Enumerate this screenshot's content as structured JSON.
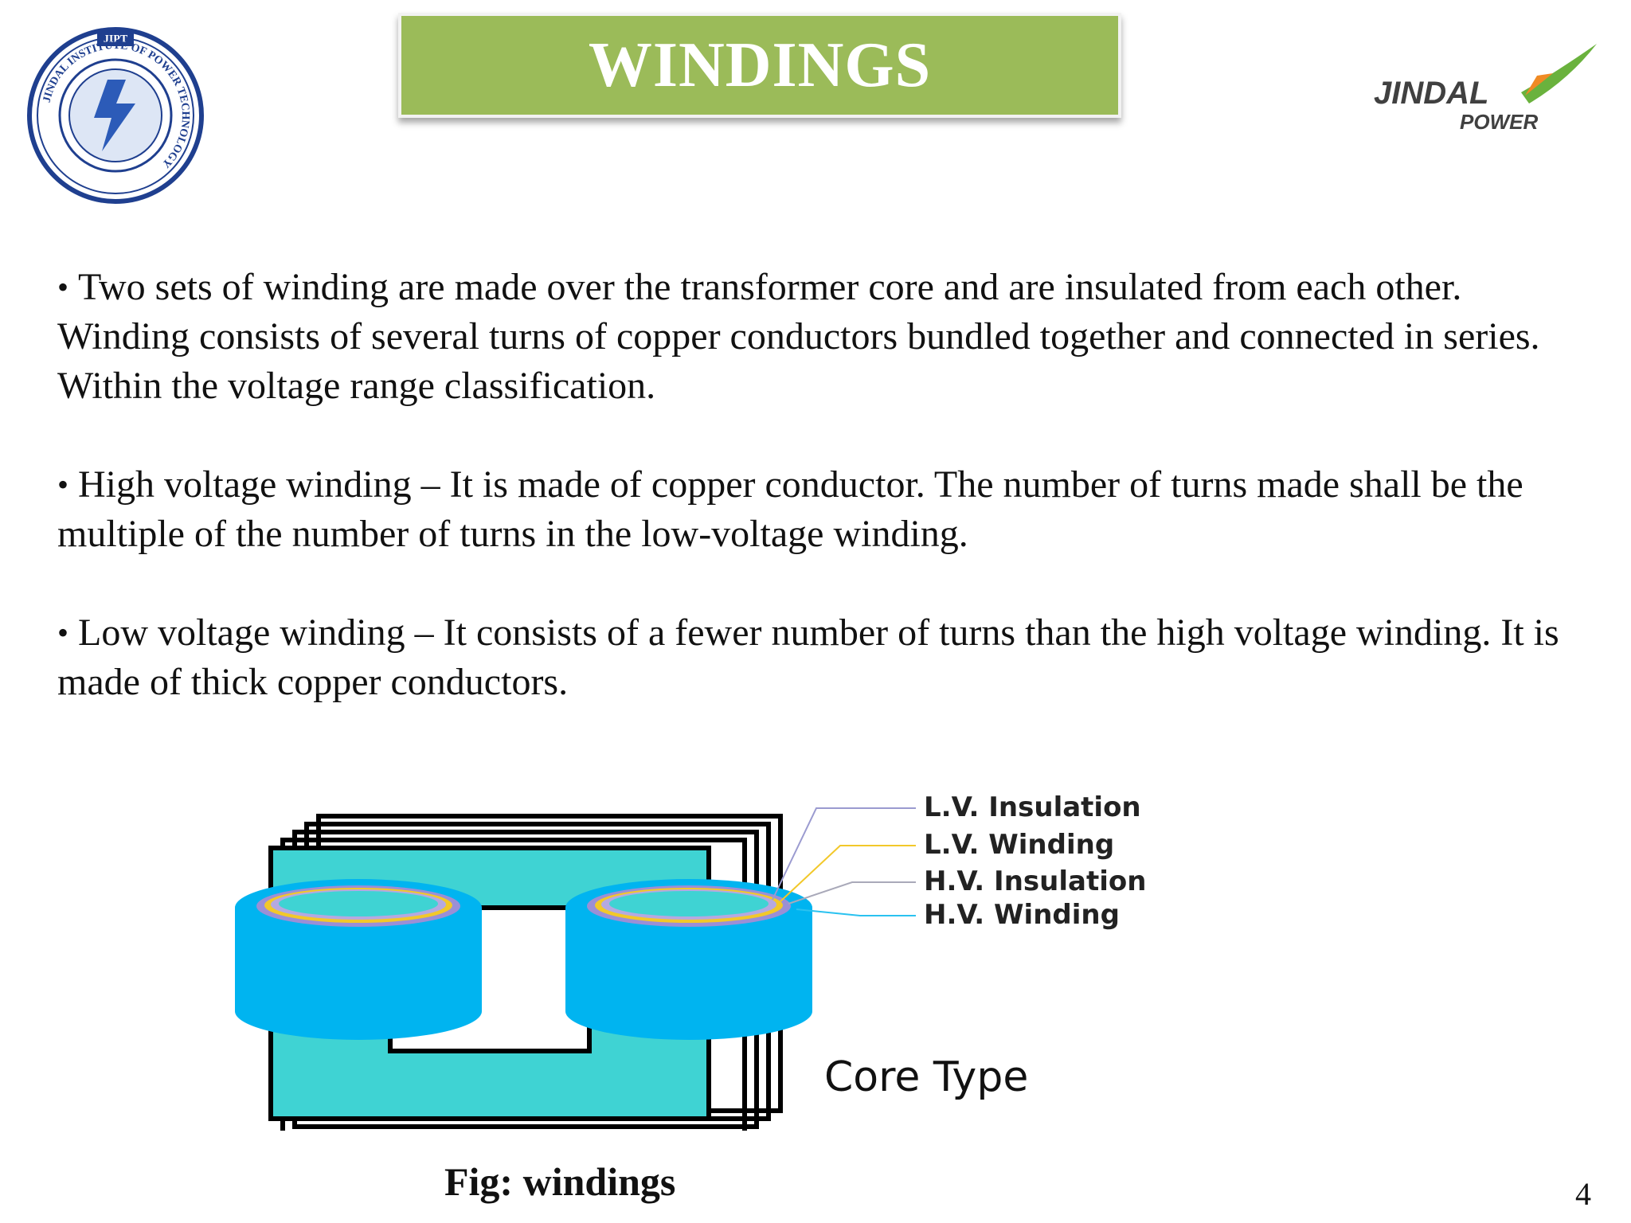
{
  "slide": {
    "title": "WINDINGS",
    "page_number": "4"
  },
  "logos": {
    "left": {
      "name": "jipt-seal",
      "top_text": "JIPT",
      "ring_text": "JINDAL INSTITUTE OF POWER TECHNOLOGY"
    },
    "right": {
      "name": "jindal-power-logo",
      "line1": "JINDAL",
      "line2": "POWER"
    }
  },
  "bullets": [
    {
      "text": "Two sets of winding are made over the transformer core and are insulated from each other. Winding consists of several turns of copper conductors bundled together and connected in series. Within the voltage range classification."
    },
    {
      "text": "High voltage winding – It is made of copper conductor. The number of turns made shall be the multiple of the number of turns in the low-voltage winding."
    },
    {
      "text": "Low voltage winding – It consists of a fewer number of turns than the high voltage winding. It is made of thick copper conductors."
    }
  ],
  "figure": {
    "labels": [
      "L.V. Insulation",
      "L.V. Winding",
      "H.V. Insulation",
      "H.V. Winding"
    ],
    "type_label": "Core Type",
    "caption": "Fig: windings",
    "colors": {
      "core": "#3fd3d3",
      "winding": "#00b4f0",
      "lv_insulation": "#9b8fd6",
      "lv_winding": "#f2c82a",
      "hv_insulation": "#a9a9b9",
      "hv_winding_line": "#2ac2f0"
    }
  },
  "colors": {
    "title_bg": "#9bbb59",
    "title_text": "#ffffff",
    "seal_blue": "#1f3f8f"
  }
}
